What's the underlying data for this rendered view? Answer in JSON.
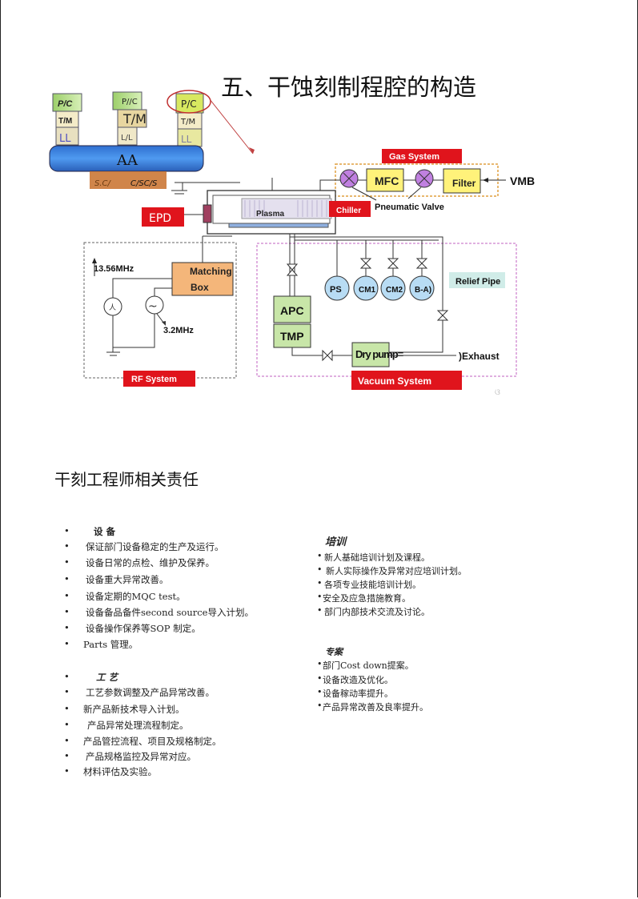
{
  "page": {
    "title": "五、干蚀刻制程腔的构造",
    "section_heading": "干刻工程师相关责任"
  },
  "diagram": {
    "cluster": {
      "modules": [
        {
          "top": "P/C",
          "mid": "T/M",
          "bot": "LL"
        },
        {
          "top": "P//C",
          "mid": "T/M",
          "bot": "L/L"
        },
        {
          "top": "P/C",
          "mid": "T/M",
          "bot": "LL"
        }
      ],
      "transfer_label": "AA",
      "base_labels": [
        "S.C/",
        "C/SC/S"
      ]
    },
    "labels": {
      "gas_system": "Gas    System",
      "mfc": "MFC",
      "filter": "Filter",
      "vmb": "VMB",
      "pneumatic_valve": "Pneumatic Valve",
      "epd": "EPD",
      "plasma": "Plasma",
      "chiller": "Chiller",
      "freq_1": "13.56MHz",
      "matching": "Matching",
      "box": "Box",
      "freq_2": "3.2MHz",
      "rf_system": "RF    System",
      "ps": "PS",
      "cm1": "CM1",
      "cm2": "CM2",
      "ba": "B-A)",
      "relief_pipe": "Relief Pipe",
      "apc": "APC",
      "tmp": "TMP",
      "dry_pump": "Dry pump=",
      "exhaust": ")Exhaust",
      "vacuum_system": "Vacuum    System"
    },
    "colors": {
      "red_label": "#e0141c",
      "green_box": "#c8e6a8",
      "orange_box": "#f4b67a",
      "yellow_box": "#fff27a",
      "blue_bar": "#3a7fd8",
      "magenta_dash": "#c060c0",
      "orange_dash": "#e0a040"
    }
  },
  "left_column": {
    "equipment": {
      "title": "设 备",
      "items": [
        "保证部门设备稳定的生产及运行。",
        "设备日常的点检、维护及保养。",
        "设备重大异常改善。",
        "设备定期的MQC    test。",
        "设备备品备件second      source导入计划。",
        "设备操作保养等SOP  制定。",
        "Parts  管理。"
      ]
    },
    "process": {
      "title": "工 艺",
      "items": [
        "工艺参数调整及产品异常改善。",
        "新产品新技术导入计划。",
        "产品异常处理流程制定。",
        "产品管控流程、项目及规格制定。",
        "产品规格监控及异常对应。",
        "材料评估及实验。"
      ]
    }
  },
  "right_column": {
    "training": {
      "title": "培训",
      "items": [
        "新人基础培训计划及课程。",
        "新人实际操作及异常对应培训计划。",
        "各项专业技能培训计划。",
        "安全及应急措施教育。",
        "部门内部技术交流及讨论。"
      ]
    },
    "projects": {
      "title": "专案",
      "items": [
        "部门Cost     down提案。",
        "设备改造及优化。",
        "设备稼动率提升。",
        "产品异常改善及良率提升。"
      ]
    }
  },
  "bullet": "•"
}
